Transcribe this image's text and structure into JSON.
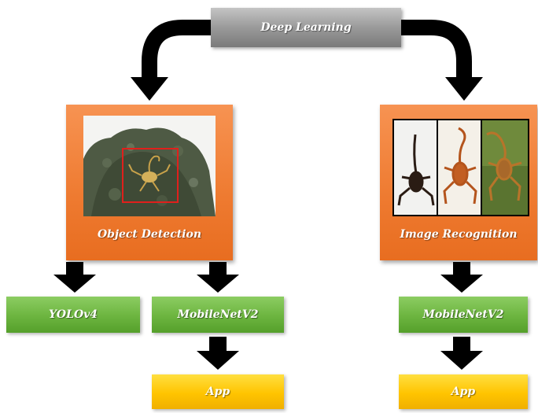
{
  "root": {
    "label": "Deep Learning"
  },
  "branches": [
    {
      "label": "Object Detection",
      "image": "scorpion-detection-photo",
      "models": [
        {
          "label": "YOLOv4",
          "app": null
        },
        {
          "label": "MobileNetV2",
          "app": "App"
        }
      ]
    },
    {
      "label": "Image Recognition",
      "image": "scorpion-species-photos",
      "models": [
        {
          "label": "MobileNetV2",
          "app": "App"
        }
      ]
    }
  ],
  "colors": {
    "root_box": "#9a9a9a",
    "branch_box": "#ee7a30",
    "model_box": "#6cb43f",
    "app_box": "#ffc400",
    "arrow": "#000000",
    "detection_box": "#e0201c"
  }
}
